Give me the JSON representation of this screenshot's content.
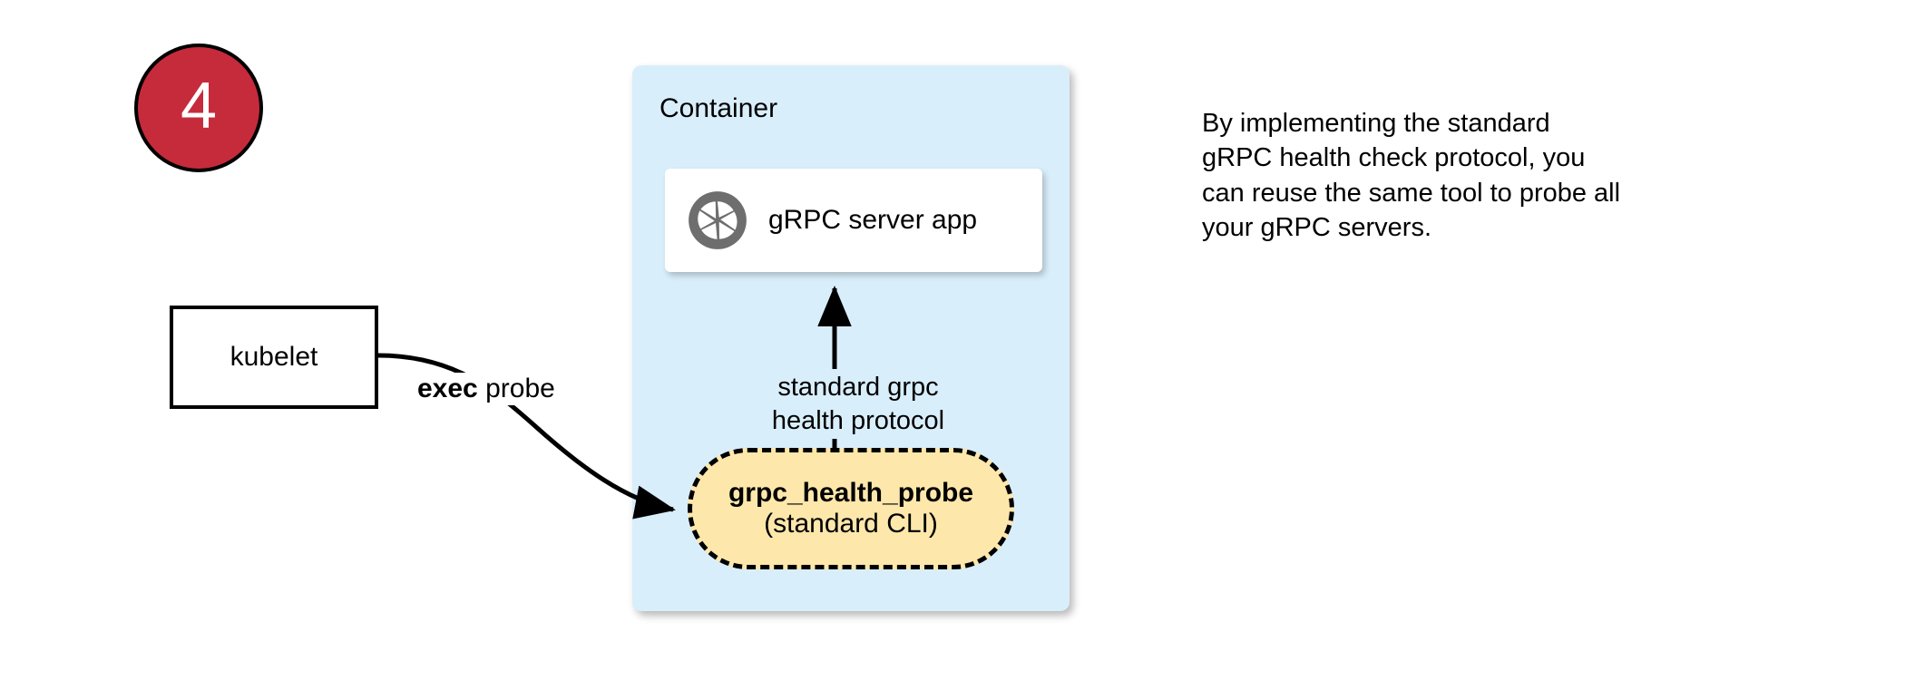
{
  "step_badge": {
    "number": "4",
    "fill_color": "#c62b3b",
    "border_color": "#000000",
    "text_color": "#ffffff"
  },
  "container": {
    "label": "Container",
    "fill_color": "#d9eefb"
  },
  "server_card": {
    "label": "gRPC server app",
    "icon": "aperture-icon",
    "icon_color": "#6e6e6e",
    "fill_color": "#ffffff"
  },
  "kubelet": {
    "label": "kubelet",
    "fill_color": "#ffffff",
    "border_color": "#000000"
  },
  "probe_node": {
    "title": "grpc_health_probe",
    "subtitle": "(standard CLI)",
    "fill_color": "#fde7ab",
    "border_color": "#000000",
    "border_style": "dashed"
  },
  "edges": {
    "exec_probe_label_strong": "exec",
    "exec_probe_label_rest": " probe",
    "protocol_label": "standard grpc\nhealth protocol"
  },
  "side_note": {
    "text": "By implementing the standard\ngRPC health check protocol, you\ncan reuse the same tool to probe all\nyour gRPC servers."
  }
}
